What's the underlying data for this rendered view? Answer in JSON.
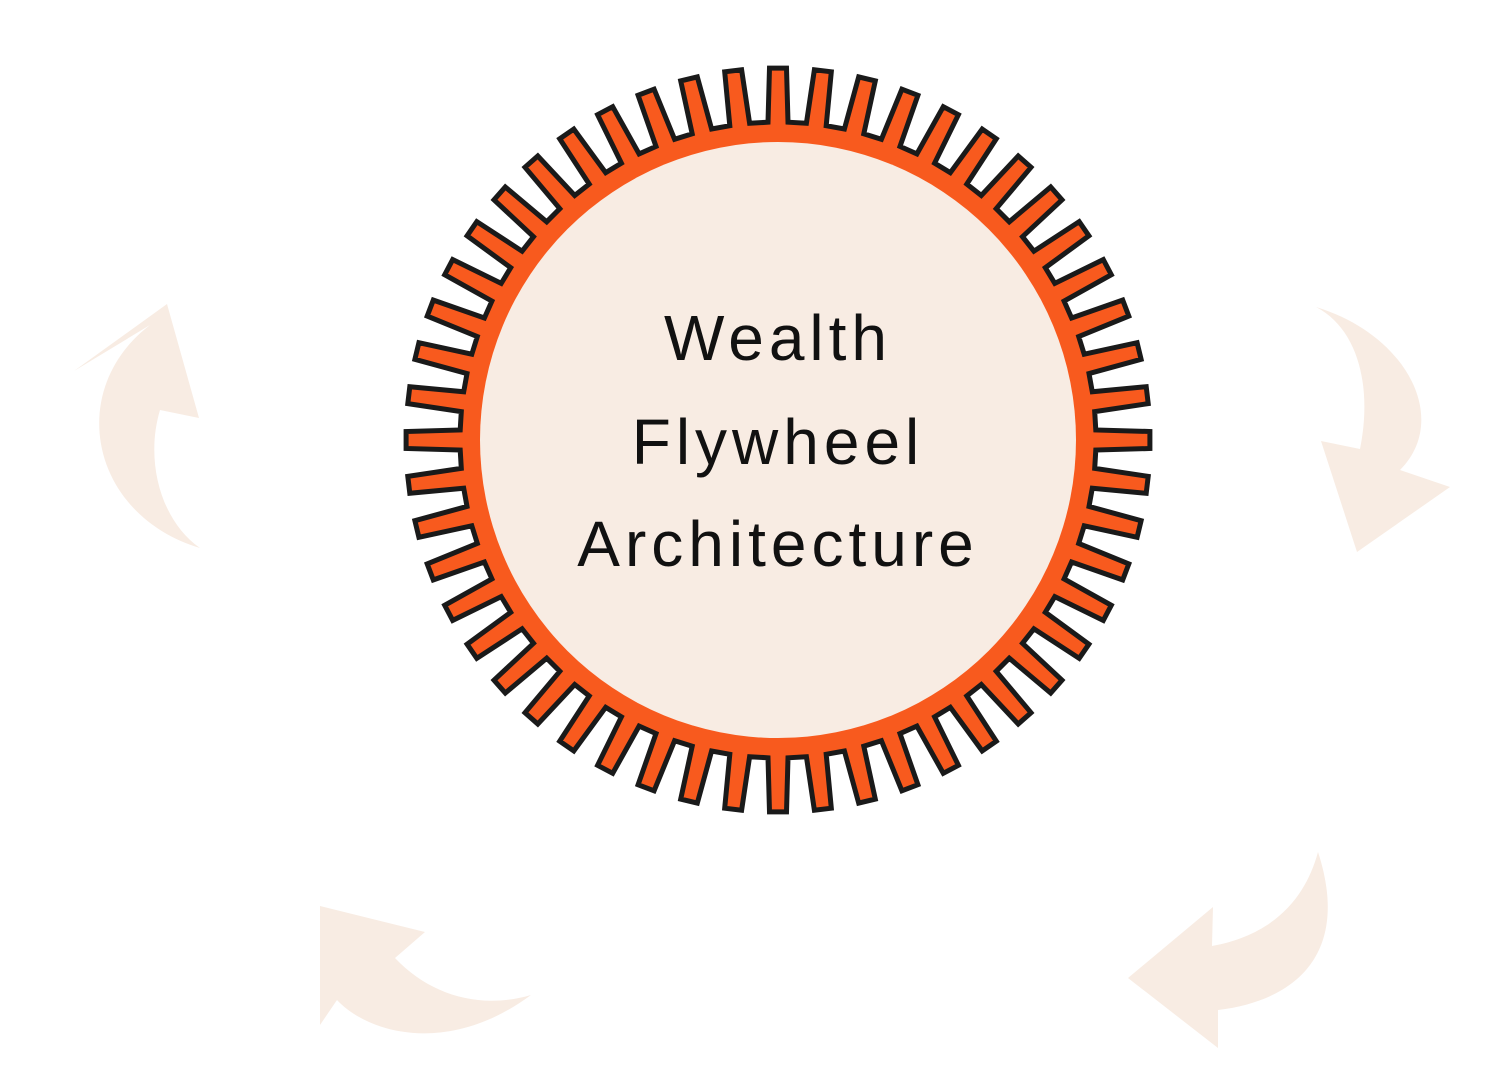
{
  "diagram": {
    "title_lines": [
      "Wealth",
      "Flywheel",
      "Architecture"
    ],
    "gear_teeth": 52,
    "colors": {
      "gear": "#F85A1E",
      "outline": "#1a1a1a",
      "hub": "#F8ECE3",
      "arrows": "#F8ECE3",
      "background": "#FFFFFF"
    },
    "arrows": [
      {
        "name": "arrow-top-left",
        "icon": "curved-arrow-up-icon"
      },
      {
        "name": "arrow-top-right",
        "icon": "curved-arrow-down-icon"
      },
      {
        "name": "arrow-bottom-right",
        "icon": "curved-arrow-left-icon"
      },
      {
        "name": "arrow-bottom-left",
        "icon": "curved-arrow-left-up-icon"
      }
    ]
  }
}
